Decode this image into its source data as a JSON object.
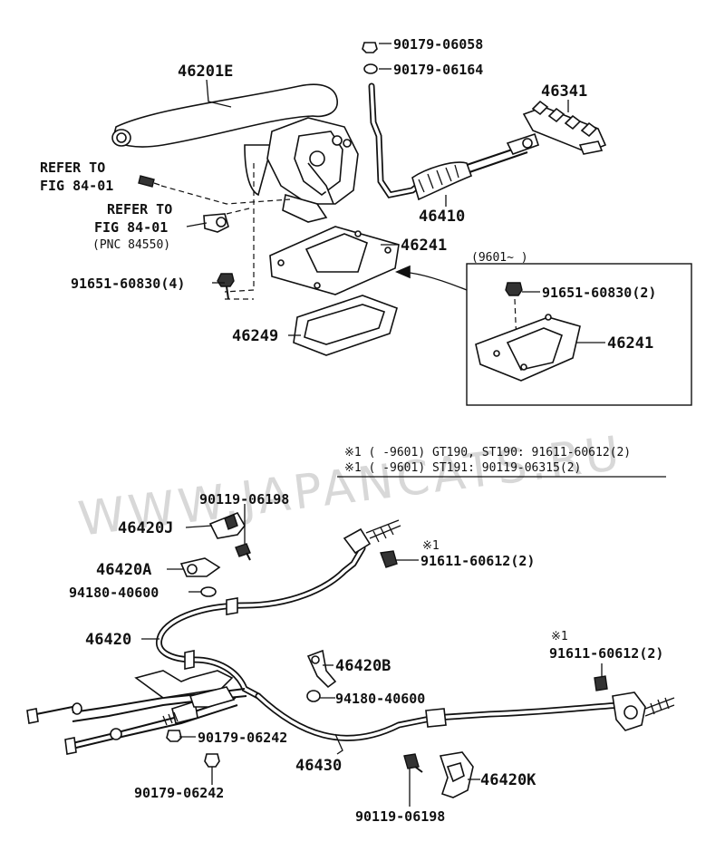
{
  "watermark": "WWW.JAPANCATS.RU",
  "upper": {
    "lever_label": "46201E",
    "refer1_line1": "REFER TO",
    "refer1_line2": "FIG 84-01",
    "refer2_line1": "REFER TO",
    "refer2_line2": "FIG 84-01",
    "refer2_pnc": "(PNC 84550)",
    "nut1": "90179-06058",
    "nut2": "90179-06164",
    "bracket_label": "46341",
    "cable_label": "46410",
    "plate_label": "46241",
    "bolt_label": "91651-60830(4)",
    "gasket_label": "46249"
  },
  "inset": {
    "range": "(9601~     )",
    "bolt_label": "91651-60830(2)",
    "plate_label": "46241"
  },
  "notes": {
    "line1": "※1 (     -9601)  GT190, ST190: 91611-60612(2)",
    "line2": "※1 (     -9601)  ST191: 90119-06315(2)"
  },
  "lower": {
    "bolt_top": "90119-06198",
    "clamp_j": "46420J",
    "clamp_a": "46420A",
    "nut_a": "94180-40600",
    "mark1": "※1",
    "bolt_mid": "91611-60612(2)",
    "cable_main": "46420",
    "mark2": "※1",
    "bolt_right": "91611-60612(2)",
    "clamp_b": "46420B",
    "nut_b": "94180-40600",
    "nut_c": "90179-06242",
    "cable_430": "46430",
    "nut_d": "90179-06242",
    "clamp_k": "46420K",
    "bolt_bottom": "90119-06198"
  }
}
